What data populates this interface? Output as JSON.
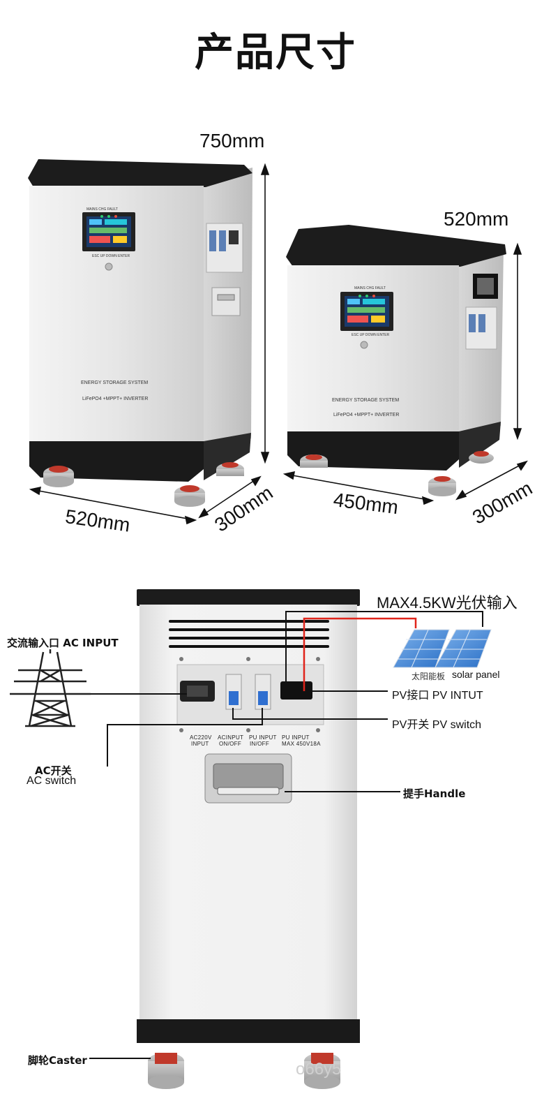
{
  "title": "产品尺寸",
  "dimensions": {
    "large_height": "750mm",
    "large_width": "520mm",
    "large_depth": "300mm",
    "small_height": "520mm",
    "small_width": "450mm",
    "small_depth": "300mm"
  },
  "unit_large": {
    "indicator": "MAINS CHG FAULT",
    "buttons": "ESC   UP   DOWN  ENTER",
    "brand_line1": "ENERGY STORAGE SYSTEM",
    "brand_line2": "LiFePO4  +MPPT+ INVERTER"
  },
  "unit_small": {
    "indicator": "MAINS CHG FAULT",
    "buttons": "ESC   UP   DOWN  ENTER",
    "brand_line1": "ENERGY STORAGE SYSTEM",
    "brand_line2": "LiFePO4  +MPPT+ INVERTER"
  },
  "rear": {
    "pv_max": "MAX4.5KW光伏输入",
    "ac_input": "交流输入口  AC INPUT",
    "solar_panel_cn": "太阳能板",
    "solar_panel_en": "solar panel",
    "pv_connector": "PV接口  PV INTUT",
    "pv_switch": "PV开关  PV switch",
    "ac_switch_cn": "AC开关",
    "ac_switch_en": "AC switch",
    "handle": "提手Handle",
    "caster": "脚轮Caster",
    "port_ac220_1": "AC220V",
    "port_ac220_2": "INPUT",
    "port_acinput_1": "ACINPUT",
    "port_acinput_2": "ON/OFF",
    "port_pu_1": "PU INPUT",
    "port_pu_2": "IN/OFF",
    "port_pumax_1": "PU INPUT",
    "port_pumax_2": "MAX 450V18A",
    "watermark": "o66y5"
  }
}
